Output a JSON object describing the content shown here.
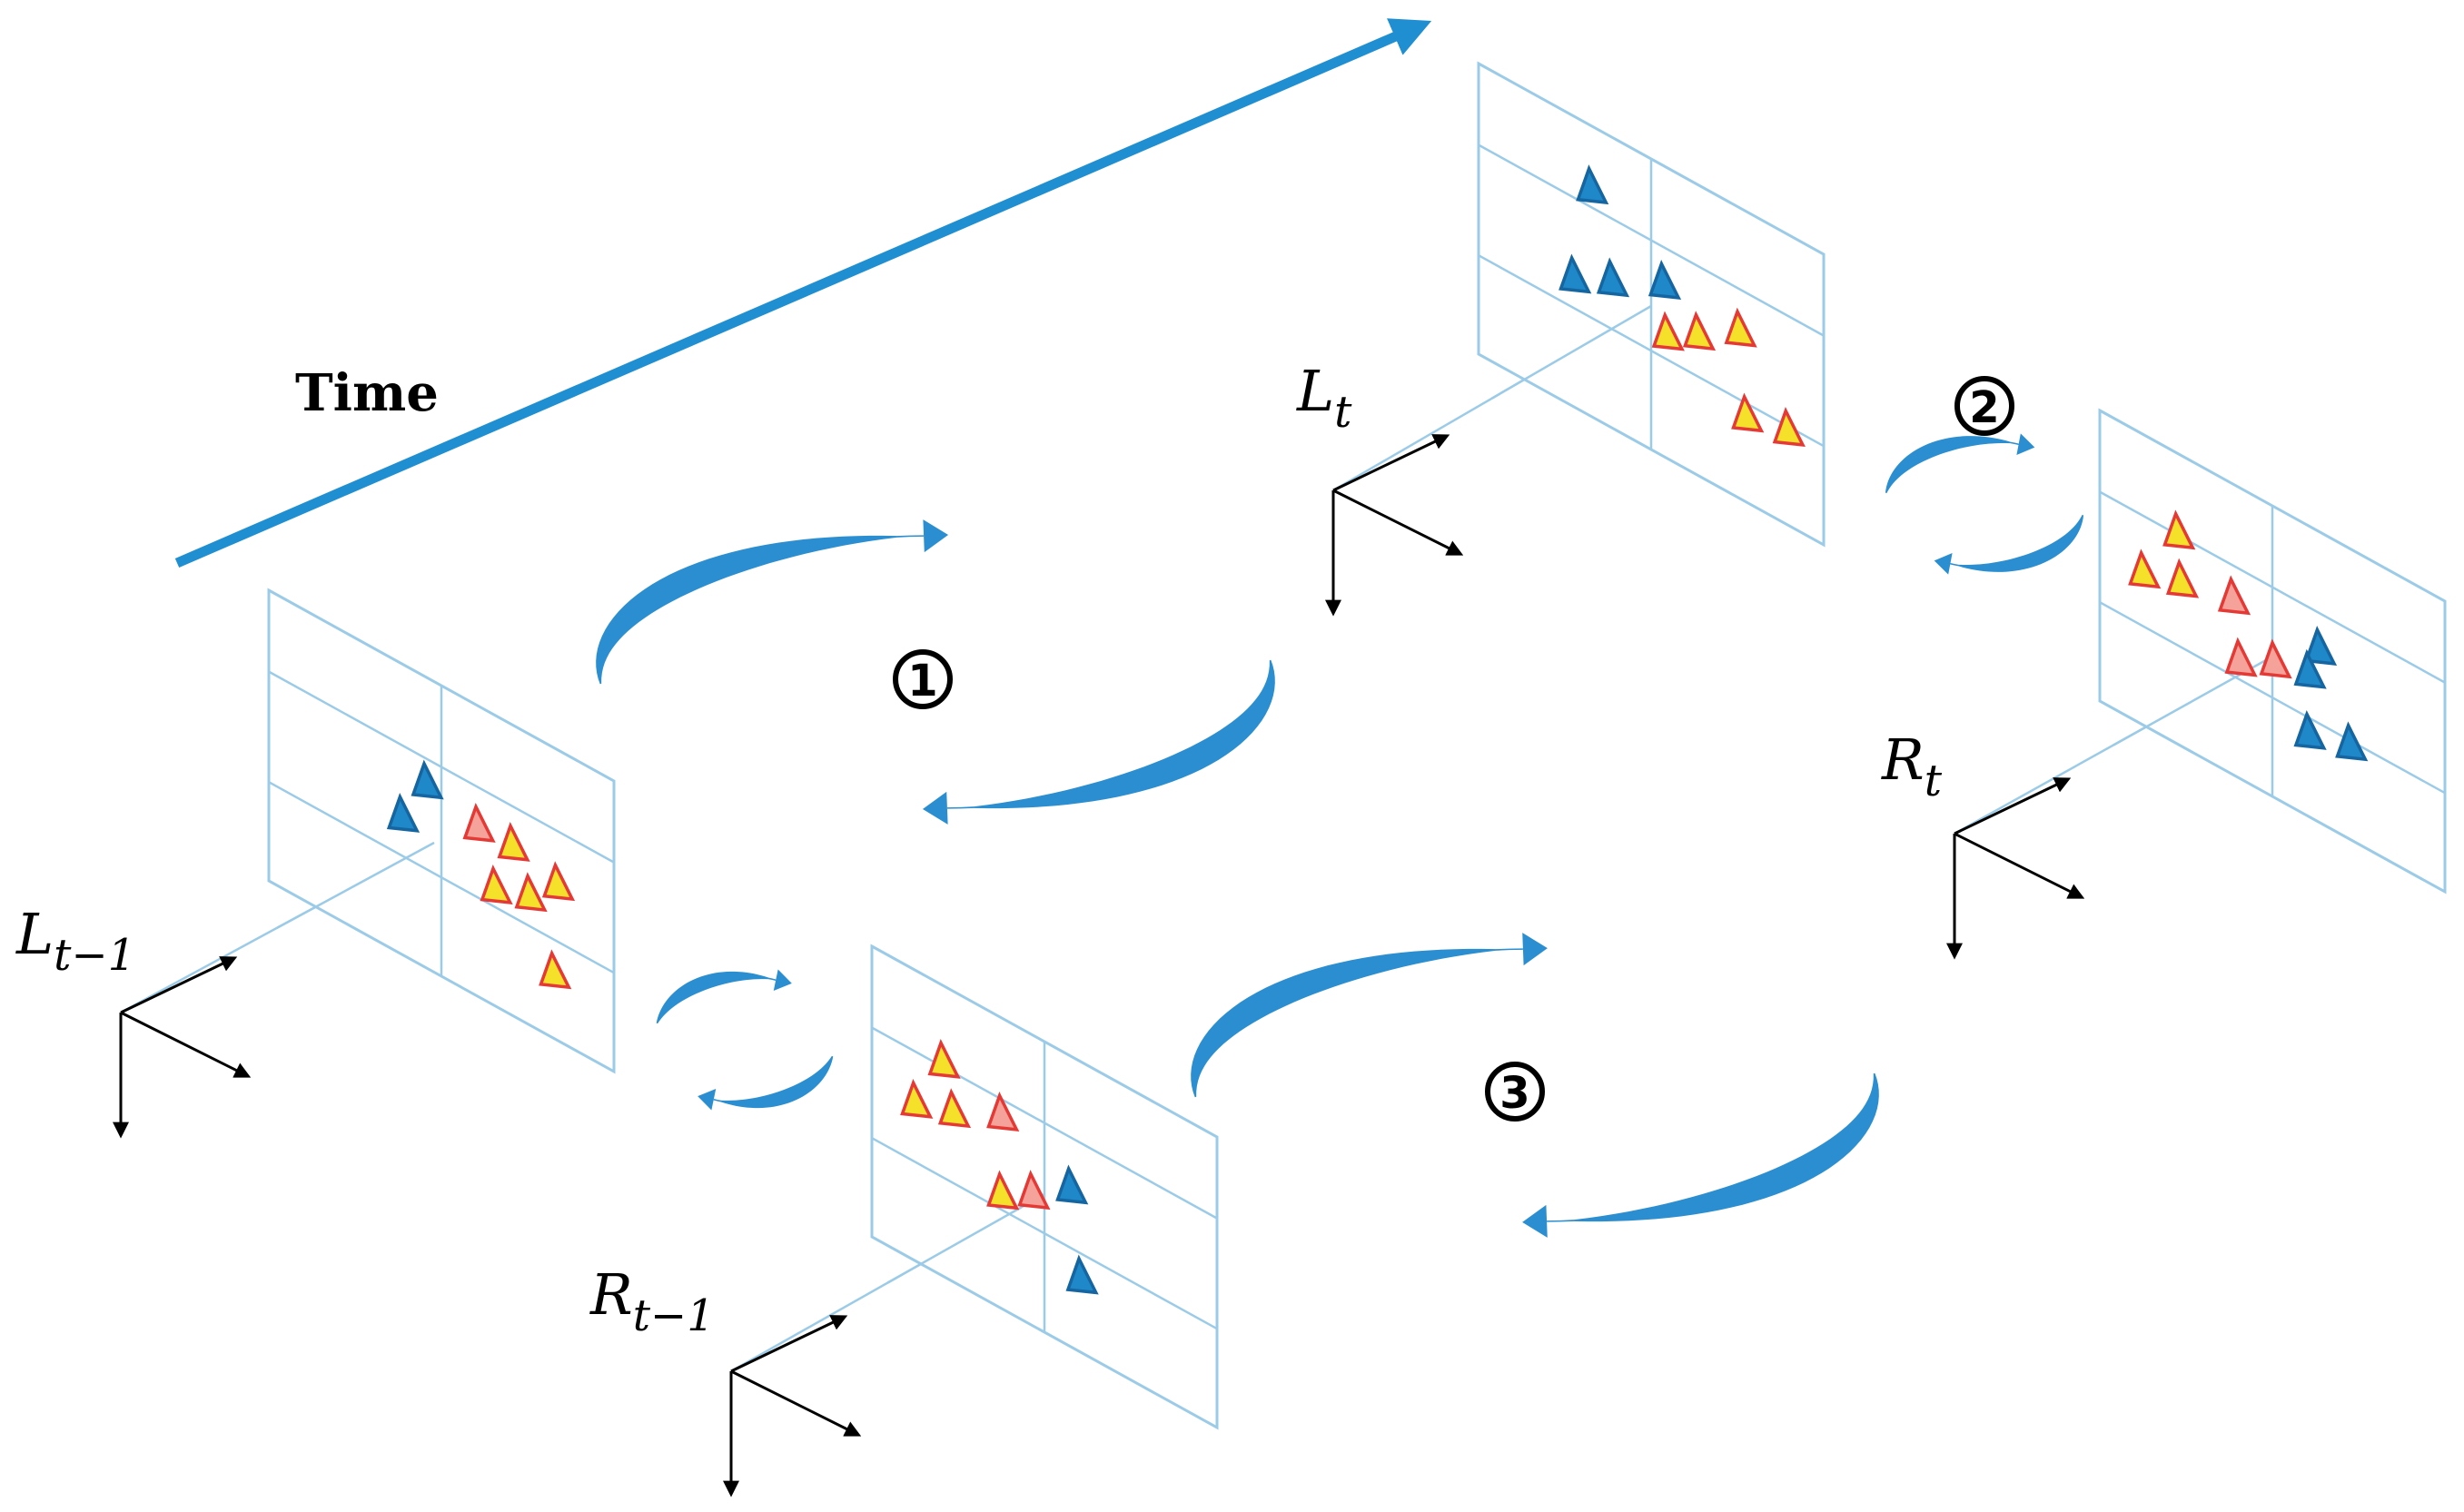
{
  "time_label": "Time",
  "frames": [
    {
      "id": "lt1",
      "label": "L",
      "sub": "t−1"
    },
    {
      "id": "rt1",
      "label": "R",
      "sub": "t−1"
    },
    {
      "id": "lt",
      "label": "L",
      "sub": "t"
    },
    {
      "id": "rt",
      "label": "R",
      "sub": "t"
    }
  ],
  "steps": [
    {
      "id": "s1",
      "number": "1"
    },
    {
      "id": "s2",
      "number": "2"
    },
    {
      "id": "s3",
      "number": "3"
    }
  ],
  "colors": {
    "time_arrow": "#1f8fd2",
    "frame_border": "#9ccbe8",
    "cycle_arrow": "#2b8ed0",
    "feature_left": "#1e88c8",
    "feature_match": "#f5e12a",
    "feature_match_edge": "#e53935",
    "feature_reproj": "#f4a29a",
    "axes": "#000000"
  },
  "icons": [
    "axis-triad-icon",
    "feature-triangle-icon",
    "cycle-arrow-icon"
  ]
}
